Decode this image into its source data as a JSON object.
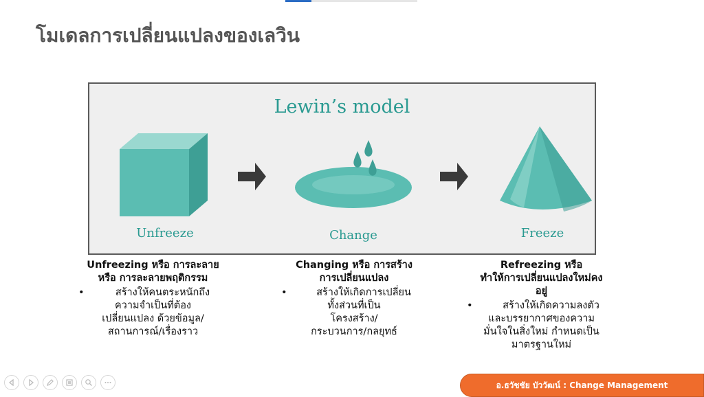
{
  "title": "โมเดลการเปลี่ยนแปลงของเลวิน",
  "diagram": {
    "model_title": "Lewin’s model",
    "stages": [
      {
        "label": "Unfreeze",
        "shape": "cube"
      },
      {
        "label": "Change",
        "shape": "puddle-with-drops"
      },
      {
        "label": "Freeze",
        "shape": "cone"
      }
    ],
    "colors": {
      "teal": "#5bbdb2",
      "teal_dark": "#3e9f95",
      "teal_light": "#9ad8d0",
      "arrow": "#3a3a3a",
      "label": "#2a9a91"
    }
  },
  "stages_text": [
    {
      "heading_lines": [
        "Unfreezing หรือ การละลาย",
        "หรือ การละลายพฤติกรรม"
      ],
      "bullet_lines": [
        "สร้างให้คนตระหนักถึง",
        "ความจำเป็นที่ต้อง",
        "เปลี่ยนแปลง ด้วยข้อมูล/",
        "สถานการณ์/เรื่องราว"
      ]
    },
    {
      "heading_lines": [
        "Changing หรือ การสร้าง",
        "การเปลี่ยนแปลง"
      ],
      "bullet_lines": [
        "สร้างให้เกิดการเปลี่ยน",
        "ทั้งส่วนที่เป็น",
        "โครงสร้าง/",
        "กระบวนการ/กลยุทธ์"
      ]
    },
    {
      "heading_lines": [
        "Refreezing หรือ",
        "ทำให้การเปลี่ยนแปลงใหม่คง",
        "อยู่"
      ],
      "bullet_lines": [
        "สร้างให้เกิดความลงตัว",
        "และบรรยากาศของความ",
        "มั่นใจในสิ่งใหม่ กำหนดเป็น",
        "มาตรฐานใหม่"
      ]
    }
  ],
  "footer": {
    "text": "อ.ธวัชชัย บัววัฒน์ : Change Management",
    "color": "#ef6c2c"
  },
  "progress": {
    "fraction": 0.2
  },
  "nav_icons": [
    "previous-icon",
    "next-icon",
    "pen-icon",
    "slides-icon",
    "zoom-icon",
    "more-icon"
  ]
}
